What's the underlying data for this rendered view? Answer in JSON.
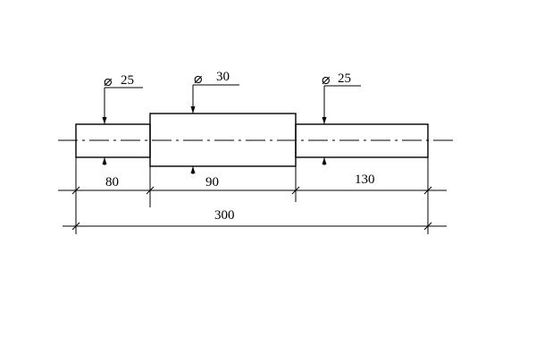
{
  "shaft": {
    "diameter_symbol": "⌀",
    "sections": [
      {
        "diameter_value": "25",
        "length_value": "80"
      },
      {
        "diameter_value": "30",
        "length_value": "90"
      },
      {
        "diameter_value": "25",
        "length_value": "130"
      }
    ],
    "total_length_value": "300"
  }
}
